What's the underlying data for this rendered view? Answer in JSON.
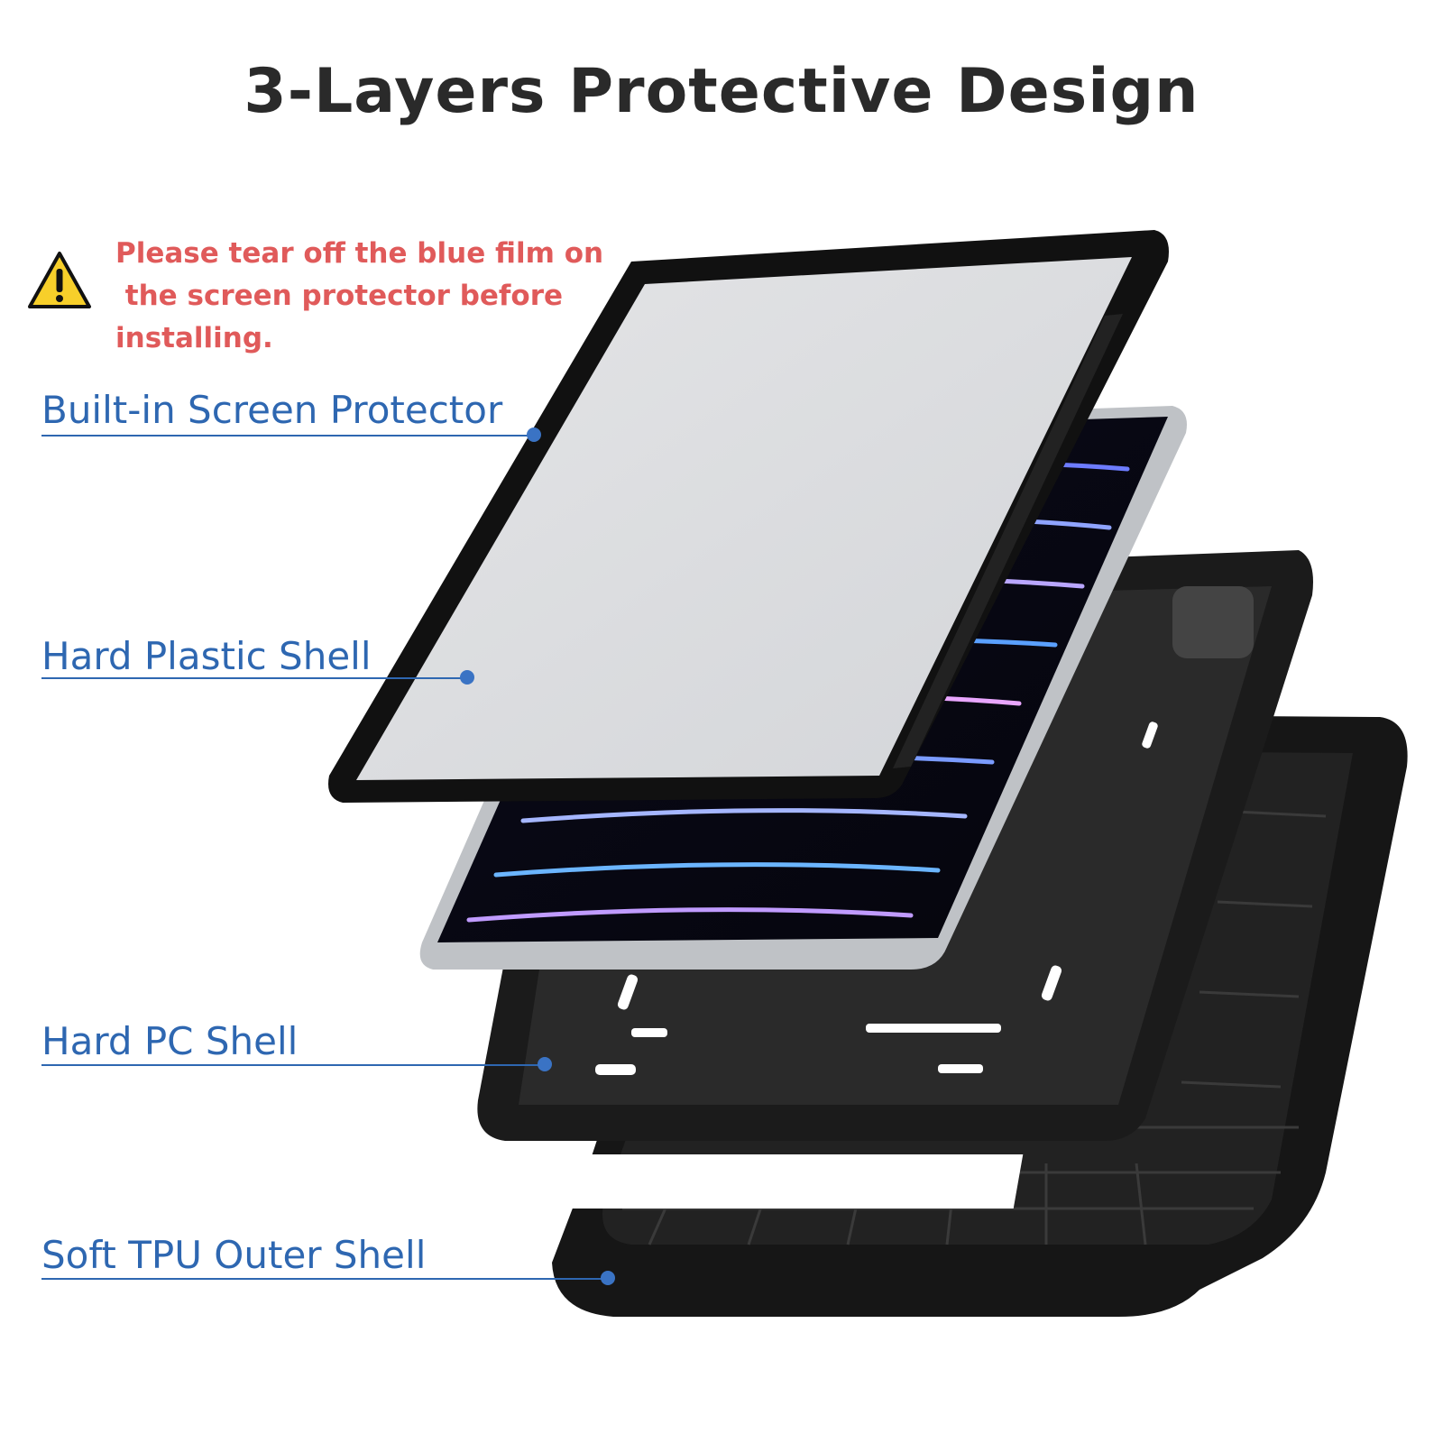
{
  "title": "3-Layers Protective Design",
  "warning": {
    "icon": "warning-triangle-icon",
    "line1": "Please tear off the blue film on",
    "line2": " the screen protector before",
    "line3": "installing.",
    "color": "#e05a5a"
  },
  "labels": [
    {
      "text": "Built-in Screen Protector"
    },
    {
      "text": "Hard Plastic Shell"
    },
    {
      "text": "Hard PC Shell"
    },
    {
      "text": "Soft TPU Outer Shell"
    }
  ],
  "colors": {
    "label": "#2e67b1",
    "title": "#2a2a2a"
  }
}
